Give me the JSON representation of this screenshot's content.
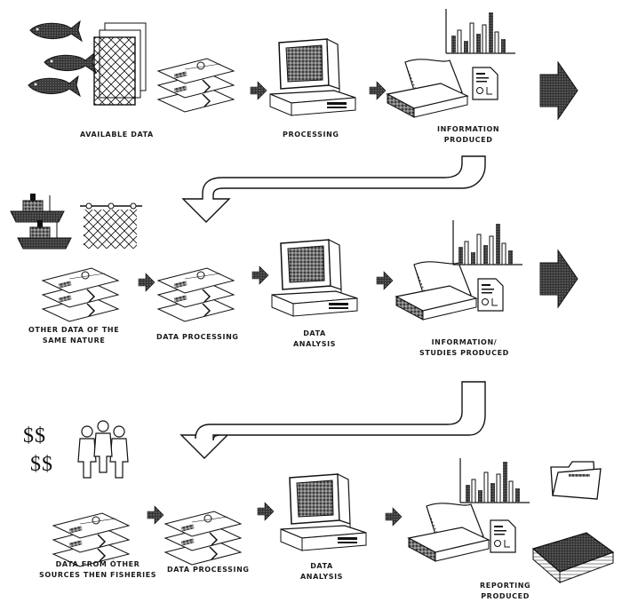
{
  "row1": {
    "available_data": "AVAILABLE DATA",
    "processing": "PROCESSING",
    "information_line1": "INFORMATION",
    "information_line2": "PRODUCED"
  },
  "row2": {
    "other_line1": "OTHER DATA OF THE",
    "other_line2": "SAME NATURE",
    "data_processing": "DATA PROCESSING",
    "analysis_line1": "DATA",
    "analysis_line2": "ANALYSIS",
    "studies_line1": "INFORMATION/",
    "studies_line2": "STUDIES PRODUCED"
  },
  "row3": {
    "dollar_symbol": "$$",
    "from_line1": "DATA FROM ÓTHER",
    "from_line2": "SOURCES THEN FISHERIES",
    "data_processing": "DATA PROCESSING",
    "analysis_line1": "DATA",
    "analysis_line2": "ANALYSIS",
    "reporting_line1": "REPORTING",
    "reporting_line2": "PRODUCED"
  },
  "colors": {
    "ink": "#111111",
    "stipple": "#555555",
    "paper": "#ffffff"
  }
}
